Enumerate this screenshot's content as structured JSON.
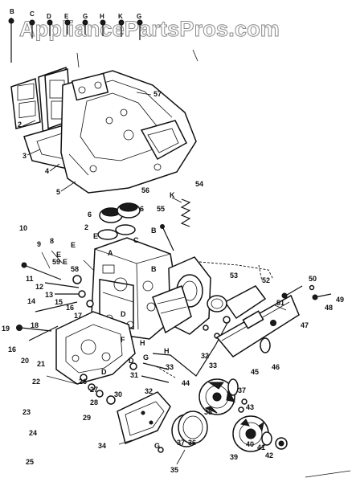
{
  "watermark": "AppliancePartsPros.com",
  "header_letters": [
    "B",
    "C",
    "D",
    "E",
    "G",
    "H",
    "K",
    "G"
  ],
  "callouts": [
    {
      "id": "c-2-top",
      "text": "2"
    },
    {
      "id": "c-3",
      "text": "3"
    },
    {
      "id": "c-4",
      "text": "4"
    },
    {
      "id": "c-5",
      "text": "5"
    },
    {
      "id": "c-57",
      "text": "57"
    },
    {
      "id": "c-54",
      "text": "54"
    },
    {
      "id": "c-56",
      "text": "56"
    },
    {
      "id": "c-6a",
      "text": "6"
    },
    {
      "id": "c-6b",
      "text": "6"
    },
    {
      "id": "c-55",
      "text": "55"
    },
    {
      "id": "c-k",
      "text": "K"
    },
    {
      "id": "c-2-mid",
      "text": "2"
    },
    {
      "id": "c-10",
      "text": "10"
    },
    {
      "id": "c-9",
      "text": "9"
    },
    {
      "id": "c-8",
      "text": "8"
    },
    {
      "id": "c-e1",
      "text": "E"
    },
    {
      "id": "c-e2",
      "text": "E"
    },
    {
      "id": "c-c",
      "text": "C"
    },
    {
      "id": "c-b1",
      "text": "B"
    },
    {
      "id": "c-59",
      "text": "59"
    },
    {
      "id": "c-58",
      "text": "58"
    },
    {
      "id": "c-e3",
      "text": "E"
    },
    {
      "id": "c-e4",
      "text": "E"
    },
    {
      "id": "c-11",
      "text": "11"
    },
    {
      "id": "c-12",
      "text": "12"
    },
    {
      "id": "c-13",
      "text": "13"
    },
    {
      "id": "c-15",
      "text": "15"
    },
    {
      "id": "c-14",
      "text": "14"
    },
    {
      "id": "c-16a",
      "text": "16"
    },
    {
      "id": "c-17",
      "text": "17"
    },
    {
      "id": "c-19",
      "text": "19"
    },
    {
      "id": "c-18",
      "text": "18"
    },
    {
      "id": "c-16b",
      "text": "16"
    },
    {
      "id": "c-20",
      "text": "20"
    },
    {
      "id": "c-21",
      "text": "21"
    },
    {
      "id": "c-22",
      "text": "22"
    },
    {
      "id": "c-23",
      "text": "23"
    },
    {
      "id": "c-24",
      "text": "24"
    },
    {
      "id": "c-25",
      "text": "25"
    },
    {
      "id": "c-26",
      "text": "26"
    },
    {
      "id": "c-27",
      "text": "27"
    },
    {
      "id": "c-28",
      "text": "28"
    },
    {
      "id": "c-29",
      "text": "29"
    },
    {
      "id": "c-30",
      "text": "30"
    },
    {
      "id": "c-31",
      "text": "31"
    },
    {
      "id": "c-32a",
      "text": "32"
    },
    {
      "id": "c-32b",
      "text": "32"
    },
    {
      "id": "c-33a",
      "text": "33"
    },
    {
      "id": "c-33b",
      "text": "33"
    },
    {
      "id": "c-34",
      "text": "34"
    },
    {
      "id": "c-35",
      "text": "35"
    },
    {
      "id": "c-36",
      "text": "36"
    },
    {
      "id": "c-37a",
      "text": "37"
    },
    {
      "id": "c-37b",
      "text": "37"
    },
    {
      "id": "c-38",
      "text": "38"
    },
    {
      "id": "c-39",
      "text": "39"
    },
    {
      "id": "c-40",
      "text": "40"
    },
    {
      "id": "c-41",
      "text": "41"
    },
    {
      "id": "c-42",
      "text": "42"
    },
    {
      "id": "c-43",
      "text": "43"
    },
    {
      "id": "c-44",
      "text": "44"
    },
    {
      "id": "c-45",
      "text": "45"
    },
    {
      "id": "c-46",
      "text": "46"
    },
    {
      "id": "c-47",
      "text": "47"
    },
    {
      "id": "c-48",
      "text": "48"
    },
    {
      "id": "c-49",
      "text": "49"
    },
    {
      "id": "c-50",
      "text": "50"
    },
    {
      "id": "c-51",
      "text": "51"
    },
    {
      "id": "c-52",
      "text": "52"
    },
    {
      "id": "c-53",
      "text": "53"
    },
    {
      "id": "c-a",
      "text": "A"
    },
    {
      "id": "c-b2",
      "text": "B"
    },
    {
      "id": "c-d1",
      "text": "D"
    },
    {
      "id": "c-d2",
      "text": "D"
    },
    {
      "id": "c-d3",
      "text": "D"
    },
    {
      "id": "c-g1",
      "text": "G"
    },
    {
      "id": "c-g2",
      "text": "G"
    },
    {
      "id": "c-h1",
      "text": "H"
    },
    {
      "id": "c-h2",
      "text": "H"
    },
    {
      "id": "c-f",
      "text": "F"
    }
  ]
}
